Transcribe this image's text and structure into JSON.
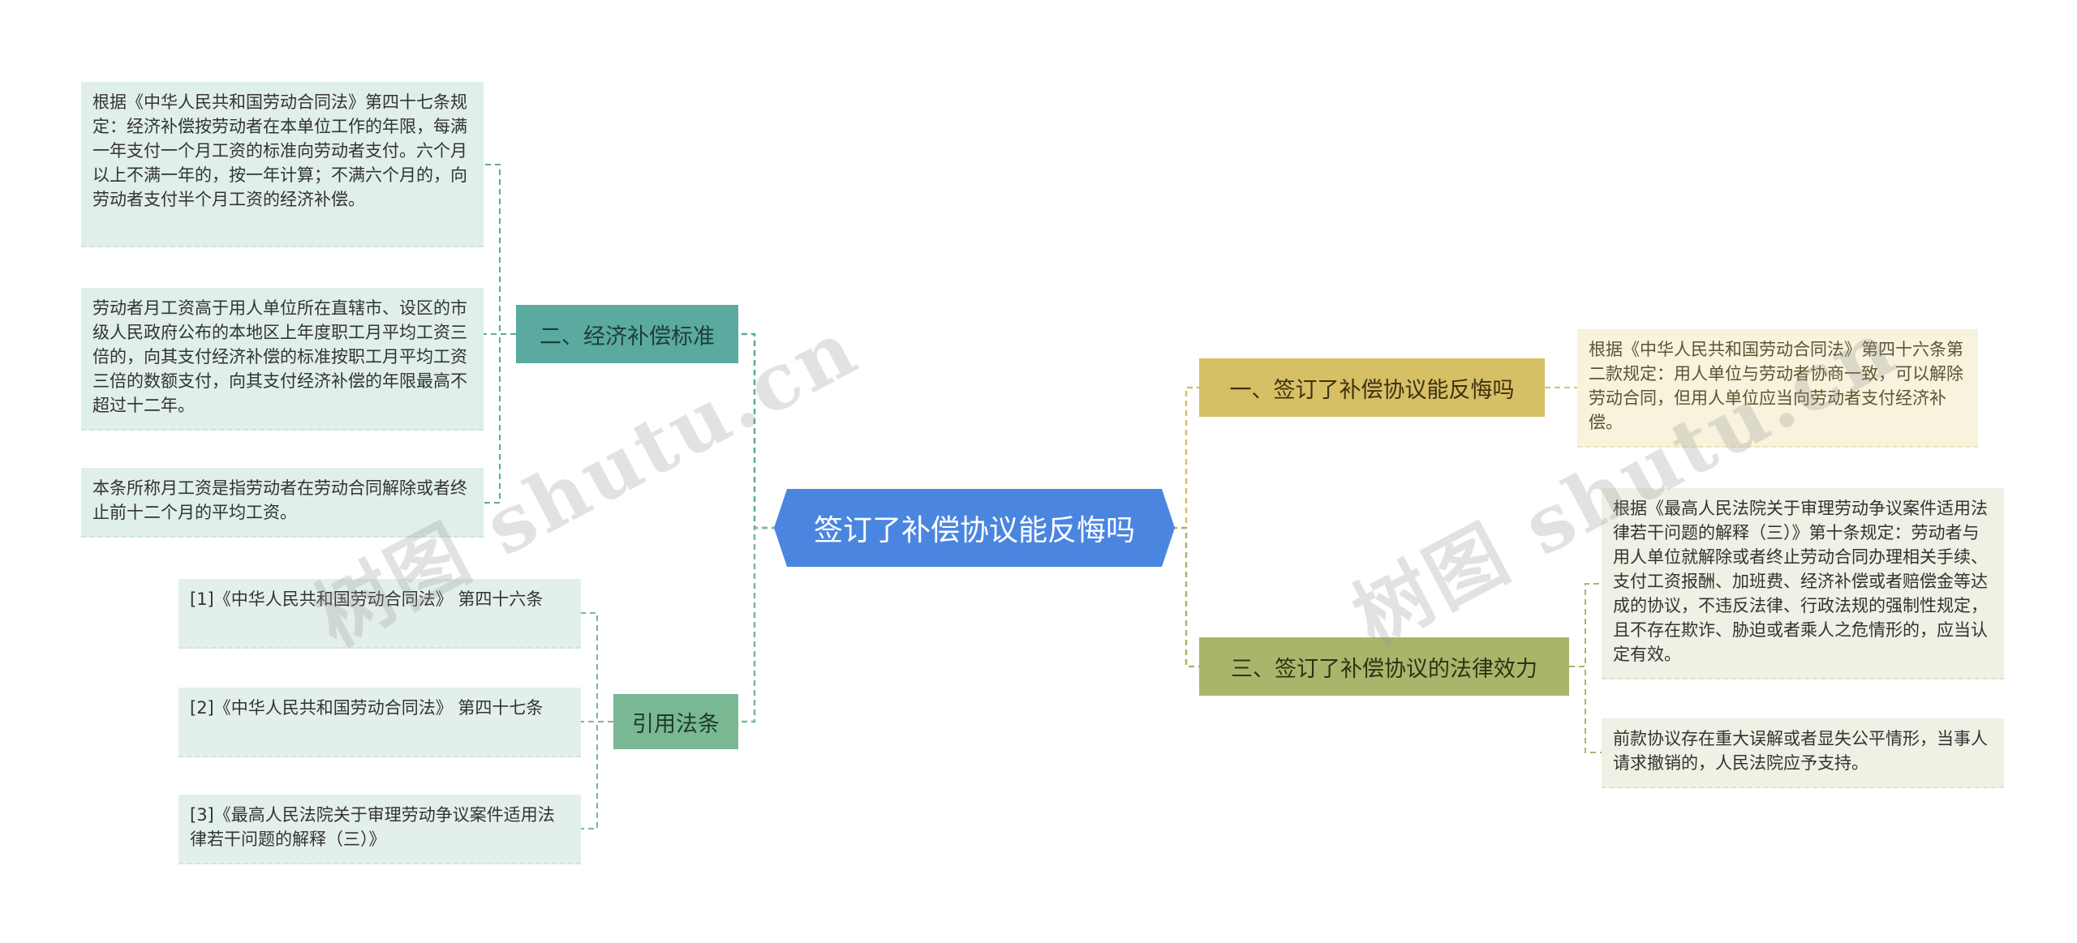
{
  "root": {
    "label": "签订了补偿协议能反悔吗"
  },
  "branches": {
    "compensation_standard": {
      "label": "二、经济补偿标准",
      "leaves": [
        "根据《中华人民共和国劳动合同法》第四十七条规定：经济补偿按劳动者在本单位工作的年限，每满一年支付一个月工资的标准向劳动者支付。六个月以上不满一年的，按一年计算；不满六个月的，向劳动者支付半个月工资的经济补偿。",
        "劳动者月工资高于用人单位所在直辖市、设区的市级人民政府公布的本地区上年度职工月平均工资三倍的，向其支付经济补偿的标准按职工月平均工资三倍的数额支付，向其支付经济补偿的年限最高不超过十二年。",
        "本条所称月工资是指劳动者在劳动合同解除或者终止前十二个月的平均工资。"
      ]
    },
    "citations": {
      "label": "引用法条",
      "leaves": [
        "[1]《中华人民共和国劳动合同法》 第四十六条",
        "[2]《中华人民共和国劳动合同法》 第四十七条",
        "[3]《最高人民法院关于审理劳动争议案件适用法律若干问题的解释（三）》"
      ]
    },
    "can_regret": {
      "label": "一、签订了补偿协议能反悔吗",
      "leaves": [
        "根据《中华人民共和国劳动合同法》第四十六条第二款规定：用人单位与劳动者协商一致，可以解除劳动合同，但用人单位应当向劳动者支付经济补偿。"
      ]
    },
    "legal_effect": {
      "label": "三、签订了补偿协议的法律效力",
      "leaves": [
        "根据《最高人民法院关于审理劳动争议案件适用法律若干问题的解释（三）》第十条规定：劳动者与用人单位就解除或者终止劳动合同办理相关手续、支付工资报酬、加班费、经济补偿或者赔偿金等达成的协议，不违反法律、行政法规的强制性规定，且不存在欺诈、胁迫或者乘人之危情形的，应当认定有效。",
        "前款协议存在重大误解或者显失公平情形，当事人请求撤销的，人民法院应予支持。"
      ]
    }
  },
  "watermark": [
    "树图 shutu.cn",
    "树图 shutu.cn"
  ],
  "colors": {
    "root": "#4a86e0",
    "teal_branch": "#5aaaa0",
    "green_branch": "#7ab894",
    "gold_branch": "#d7bf66",
    "olive_branch": "#aab56c",
    "teal_line": "#5aaaa0",
    "green_line": "#7ab894",
    "gold_line": "#d7bf66",
    "olive_line": "#aab56c"
  }
}
